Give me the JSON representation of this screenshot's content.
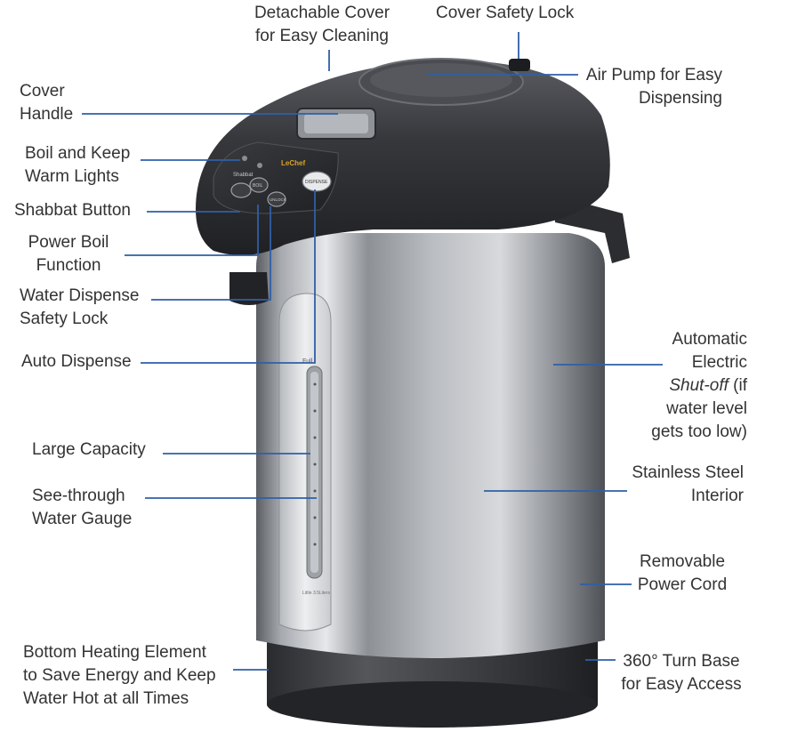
{
  "colors": {
    "leader": "#2f5fa8",
    "text": "#333333",
    "lid": "#2e2f33",
    "steel": "#a9adb2"
  },
  "panel": {
    "brand": "LeChef",
    "shabbat_label": "Shabbat",
    "dispense_label": "DISPENSE",
    "boil_label": "BOIL",
    "unlock_label": "UNLOCK",
    "full_label": "Full",
    "capacity_label": "Little 3.5Liters"
  },
  "labels": {
    "detachable_cover": [
      "Detachable Cover",
      "for Easy Cleaning"
    ],
    "cover_safety_lock": [
      "Cover Safety Lock"
    ],
    "air_pump": [
      "Air Pump for Easy",
      "Dispensing"
    ],
    "cover_handle": [
      "Cover",
      "Handle"
    ],
    "boil_keep_warm": [
      "Boil and Keep",
      "Warm Lights"
    ],
    "shabbat_button": [
      "Shabbat Button"
    ],
    "power_boil": [
      "Power Boil",
      "Function"
    ],
    "water_dispense_lock": [
      "Water Dispense",
      "Safety Lock"
    ],
    "auto_dispense": [
      "Auto Dispense"
    ],
    "auto_shutoff": [
      "Automatic",
      "Electric",
      "Shut-off",
      "(if",
      "water level",
      "gets too low)"
    ],
    "large_capacity": [
      "Large Capacity"
    ],
    "see_through_gauge": [
      "See-through",
      "Water Gauge"
    ],
    "stainless_interior": [
      "Stainless Steel",
      "Interior"
    ],
    "removable_cord": [
      "Removable",
      "Power Cord"
    ],
    "bottom_heating": [
      "Bottom Heating Element",
      "to Save Energy and Keep",
      "Water Hot at all Times"
    ],
    "turn_base": [
      "360° Turn Base",
      "for Easy Access"
    ]
  }
}
